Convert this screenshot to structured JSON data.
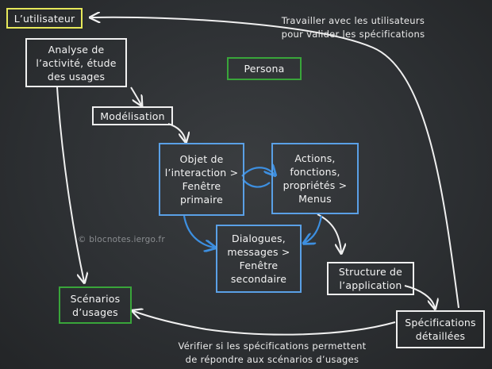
{
  "boxes": {
    "utilisateur": "L’utilisateur",
    "analyse": "Analyse de\nl’activité, étude\ndes usages",
    "persona": "Persona",
    "modelisation": "Modélisation",
    "objet": "Objet de\nl’interaction >\nFenêtre\nprimaire",
    "actions": "Actions,\nfonctions,\npropriétés >\nMenus",
    "dialogues": "Dialogues,\nmessages >\nFenêtre\nsecondaire",
    "structure": "Structure de\nl’application",
    "scenarios": "Scénarios\nd’usages",
    "specifications": "Spécifications\ndétaillées"
  },
  "notes": {
    "top": "Travailler avec les utilisateurs\npour valider les spécifications",
    "bottom": "Vérifier si les spécifications permettent\nde répondre aux scénarios d’usages",
    "copyright": "© blocnotes.iergo.fr"
  },
  "colors": {
    "white_border": "#f0f0f0",
    "yellow_border": "#e6e85a",
    "green_border": "#39a53a",
    "blue_border": "#5aa0e6",
    "background": "#2c2f32"
  }
}
